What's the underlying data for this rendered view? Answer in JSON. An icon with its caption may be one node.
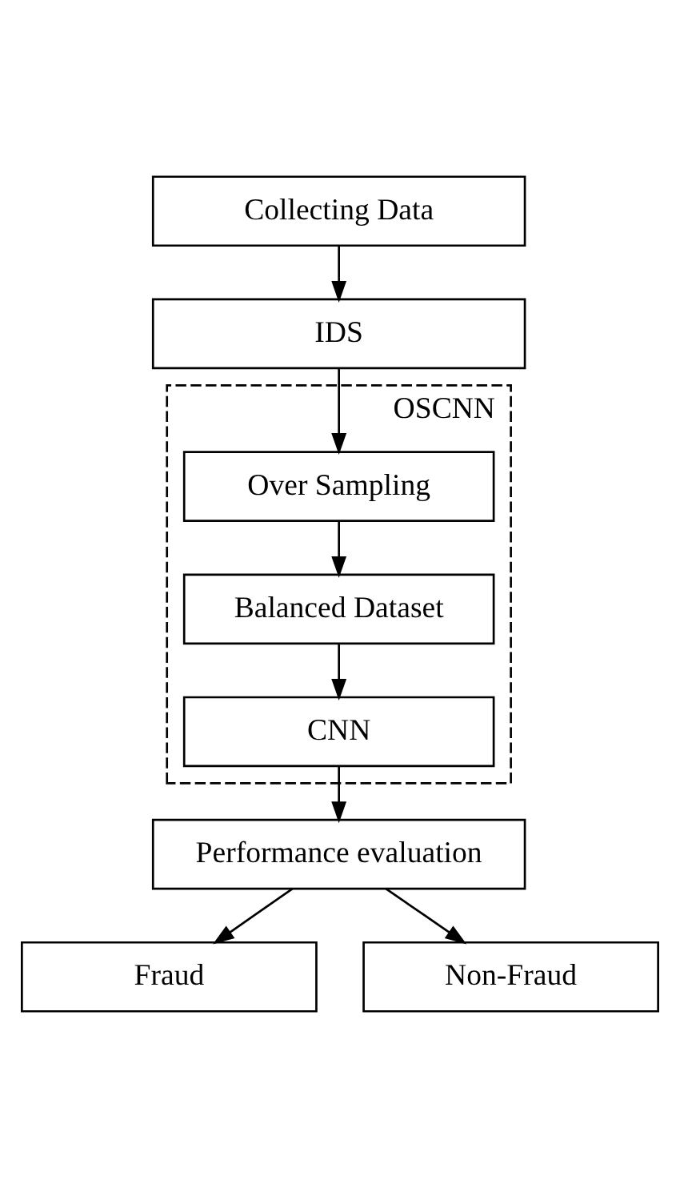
{
  "diagram": {
    "nodes": [
      {
        "text": [
          "Collecting Data"
        ]
      },
      {
        "text": [
          "IDS"
        ]
      },
      {
        "text": [
          "OSCNN"
        ]
      },
      {
        "text": [
          "Over Sampling"
        ],
        "in": 2
      },
      {
        "text": [
          "Balanced Dataset"
        ],
        "in": 2
      },
      {
        "text": [
          "CNN"
        ],
        "in": 2
      },
      {
        "text": [
          "Performance evaluation"
        ]
      },
      {
        "text": [
          "Fraud"
        ]
      },
      {
        "text": [
          "Non-Fraud"
        ]
      }
    ],
    "edges": [
      {
        "from": 0,
        "to": 1,
        "arrow": "to"
      },
      {
        "from": 1,
        "to": 3,
        "arrow": "to"
      },
      {
        "from": 3,
        "to": 4,
        "arrow": "to"
      },
      {
        "from": 4,
        "to": 5,
        "arrow": "to"
      },
      {
        "from": 5,
        "to": 6,
        "arrow": "to"
      },
      {
        "from": 6,
        "to": 7,
        "arrow": "to"
      },
      {
        "from": 6,
        "to": 8,
        "arrow": "to"
      }
    ]
  }
}
